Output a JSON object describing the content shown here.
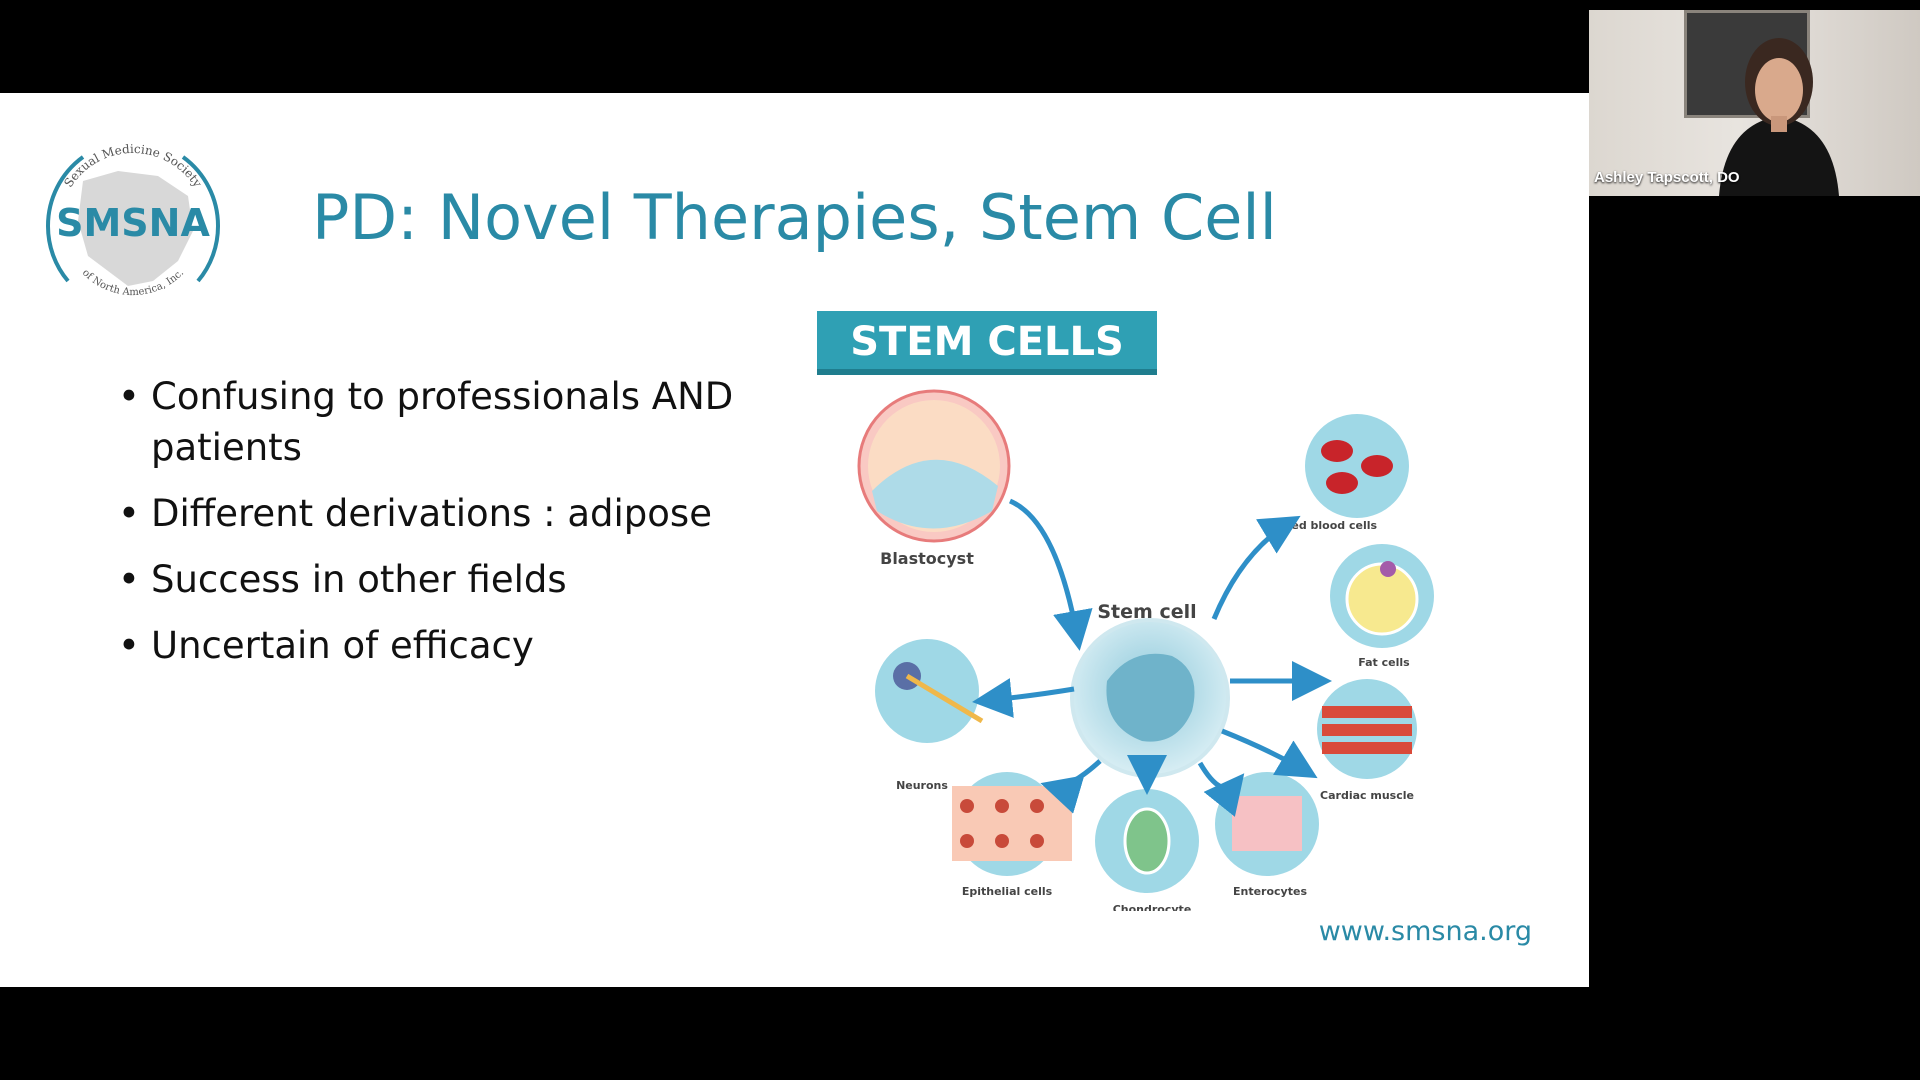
{
  "slide": {
    "logo": {
      "top_arc": "Sexual Medicine Society",
      "main": "SMSNA",
      "bottom_arc": "of North America, Inc."
    },
    "title": "PD: Novel Therapies, Stem Cell",
    "bullets": [
      "Confusing to professionals AND patients",
      "Different derivations : adipose",
      "Success in other fields",
      "Uncertain of efficacy"
    ],
    "diagram": {
      "banner": "STEM CELLS",
      "center_label": "Stem cell",
      "labels": {
        "blastocyst": "Blastocyst",
        "red_blood": "Red blood cells",
        "fat": "Fat cells",
        "cardiac": "Cardiac muscle",
        "enterocytes": "Enterocytes",
        "chondrocyte": "Chondrocyte",
        "epithelial": "Epithelial cells",
        "neurons": "Neurons"
      }
    },
    "url": "www.smsna.org"
  },
  "webcam": {
    "participant_name": "Ashley Tapscott, DO"
  },
  "colors": {
    "accent": "#2a8aa6",
    "banner": "#2fa0b4",
    "cell_bg": "#9fd8e6"
  }
}
